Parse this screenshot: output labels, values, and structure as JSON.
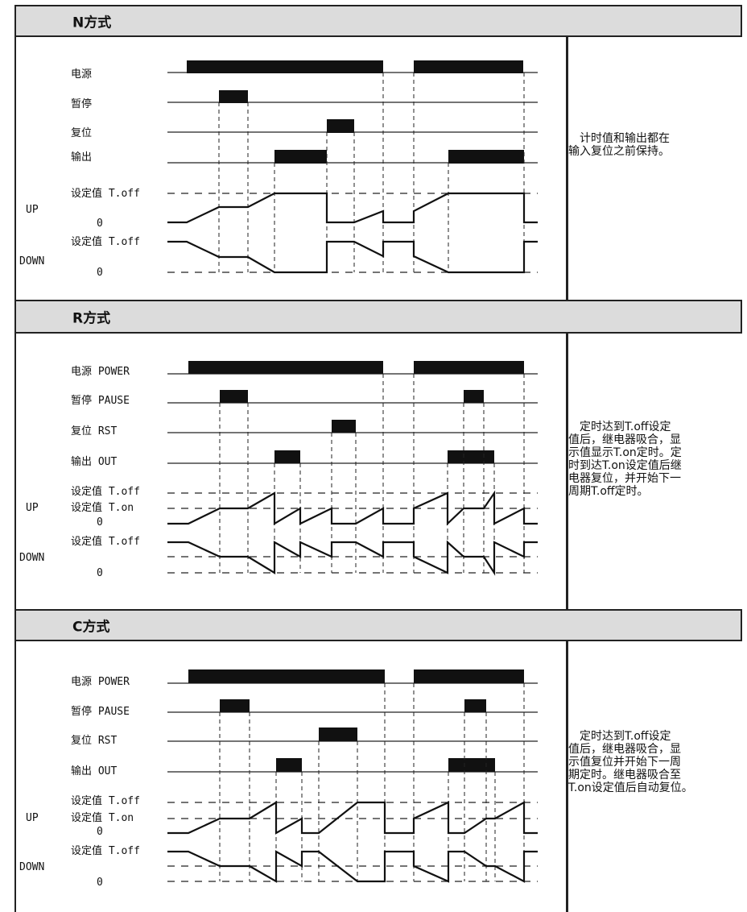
{
  "sections": [
    {
      "title": "N方式",
      "labels": {
        "power": "电源",
        "pause": "暂停",
        "reset": "复位",
        "output": "输出",
        "set_off": "设定值 T.off",
        "set_on": "",
        "zero": "0",
        "up": "UP",
        "down": "DOWN"
      },
      "description": "　计时值和输出都在\n输入复位之前保持。"
    },
    {
      "title": "R方式",
      "labels": {
        "power": "电源 POWER",
        "pause": "暂停 PAUSE",
        "reset": "复位 RST",
        "output": "输出 OUT",
        "set_off": "设定值 T.off",
        "set_on": "设定值 T.on",
        "zero": "0",
        "up": "UP",
        "down": "DOWN"
      },
      "description": "　定时达到T.off设定\n值后，继电器吸合，显\n示值显示T.on定时。定\n时到达T.on设定值后继\n电器复位，并开始下一\n周期T.off定时。"
    },
    {
      "title": "C方式",
      "labels": {
        "power": "电源 POWER",
        "pause": "暂停 PAUSE",
        "reset": "复位 RST",
        "output": "输出 OUT",
        "set_off": "设定值 T.off",
        "set_on": "设定值 T.on",
        "zero": "0",
        "up": "UP",
        "down": "DOWN"
      },
      "description": "　定时达到T.off设定\n值后，继电器吸合，显\n示值复位并开始下一周\n期定时。继电器吸合至\nT.on设定值后自动复位。"
    }
  ]
}
